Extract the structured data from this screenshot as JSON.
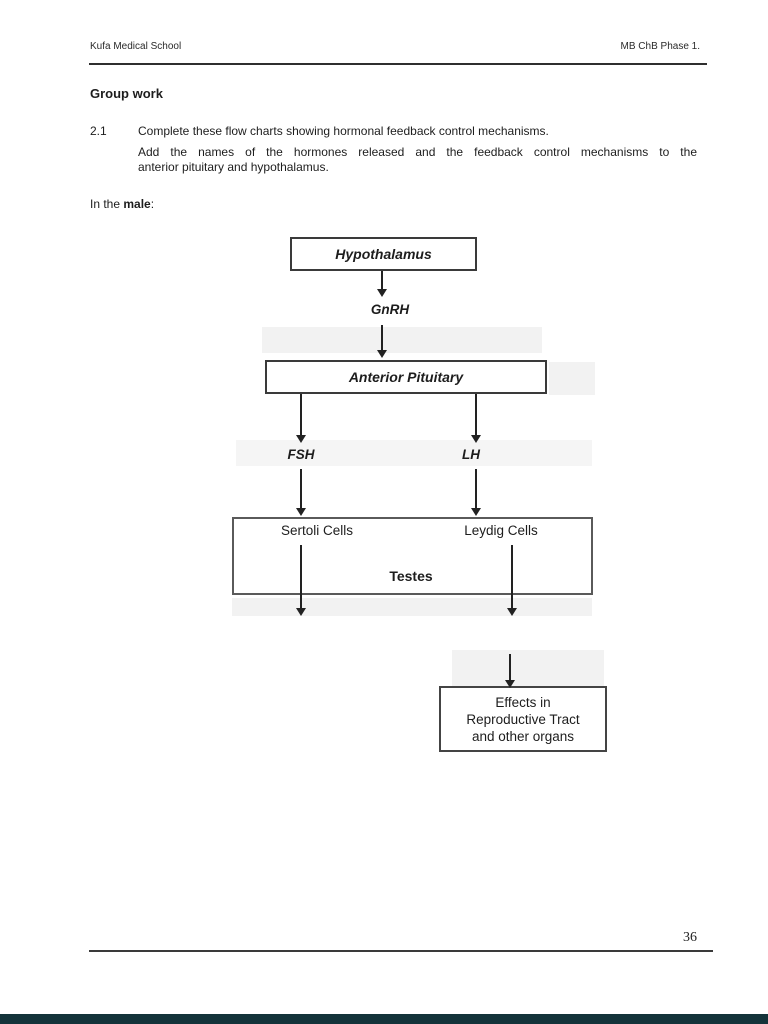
{
  "header": {
    "left": "Kufa Medical School",
    "right": "MB ChB Phase 1."
  },
  "section_title": "Group work",
  "question": {
    "number": "2.1",
    "line1": "Complete these flow charts showing hormonal feedback control mechanisms.",
    "line2a": "Add the names of the hormones released and the feedback control mechanisms to the",
    "line2b": "anterior pituitary and hypothalamus."
  },
  "intro": {
    "prefix": "In the ",
    "emphasis": "male",
    "suffix": ":"
  },
  "flowchart": {
    "nodes": {
      "hypothalamus": "Hypothalamus",
      "gnrh": "GnRH",
      "anterior_pituitary": "Anterior Pituitary",
      "fsh": "FSH",
      "lh": "LH",
      "sertoli": "Sertoli Cells",
      "leydig": "Leydig Cells",
      "testes": "Testes",
      "effects": {
        "lines": [
          "Effects in",
          "Reproductive Tract",
          "and other organs"
        ]
      }
    }
  },
  "footer": {
    "page_number": "36"
  },
  "colors": {
    "page_background": "#ffffff",
    "text": "#1d1d1d",
    "rule": "#2f2f2f",
    "arrow": "#222222",
    "scan_shade": "#f2f2f2",
    "viewer_bar": "#14333a"
  }
}
